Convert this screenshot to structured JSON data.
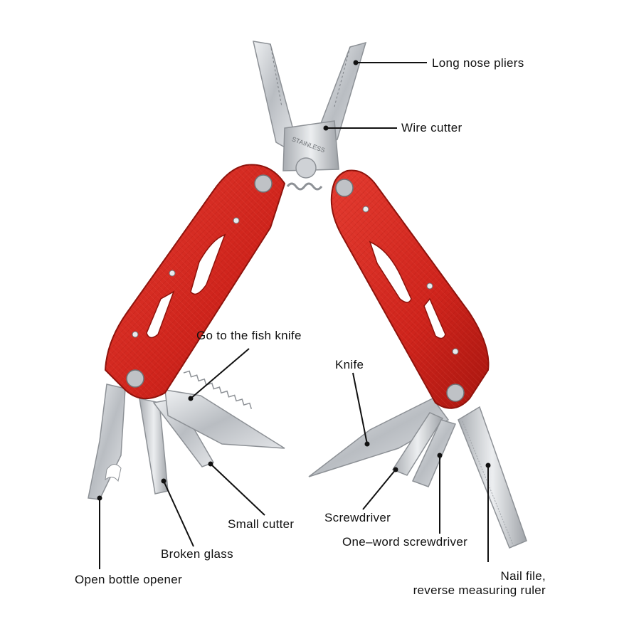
{
  "callouts": [
    {
      "key": "pliers",
      "text": "Long nose pliers"
    },
    {
      "key": "wire",
      "text": "Wire cutter"
    },
    {
      "key": "fish",
      "text": "Go to the fish knife"
    },
    {
      "key": "knife",
      "text": "Knife"
    },
    {
      "key": "small",
      "text": "Small cutter"
    },
    {
      "key": "screwdriver",
      "text": "Screwdriver"
    },
    {
      "key": "broken",
      "text": "Broken glass"
    },
    {
      "key": "oneword",
      "text": "One–word screwdriver"
    },
    {
      "key": "bottle",
      "text": "Open bottle opener"
    },
    {
      "key": "nailfile",
      "text": "Nail file,\nreverse measuring ruler"
    }
  ],
  "engraving": "STAINLESS",
  "colors": {
    "handle": "#d42a22",
    "handle_dark": "#a8160f",
    "steel": "#c9ccd0",
    "steel_dark": "#8d9196",
    "line": "#111111"
  }
}
